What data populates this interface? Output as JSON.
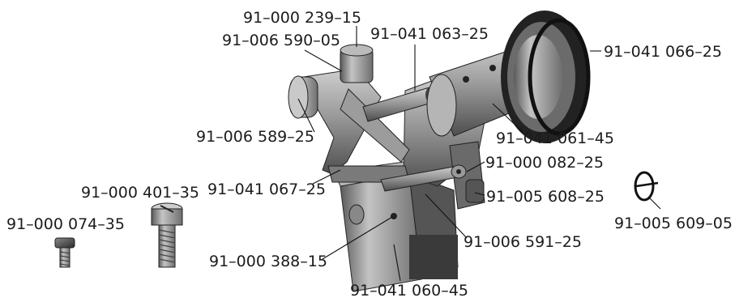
{
  "diagram": {
    "labels": [
      {
        "id": "p239",
        "text": "91–000 239–15"
      },
      {
        "id": "p590",
        "text": "91–006 590–05"
      },
      {
        "id": "p063",
        "text": "91–041 063–25"
      },
      {
        "id": "p066",
        "text": "91–041 066–25"
      },
      {
        "id": "p589",
        "text": "91–006 589–25"
      },
      {
        "id": "p061",
        "text": "91–041 061–45"
      },
      {
        "id": "p082",
        "text": "91–000 082–25"
      },
      {
        "id": "p067",
        "text": "91–041 067–25"
      },
      {
        "id": "p401",
        "text": "91–000 401–35"
      },
      {
        "id": "p608",
        "text": "91–005 608–25"
      },
      {
        "id": "p609",
        "text": "91–005 609–05"
      },
      {
        "id": "p074",
        "text": "91–000 074–35"
      },
      {
        "id": "p591",
        "text": "91–006 591–25"
      },
      {
        "id": "p388",
        "text": "91–000 388–15"
      },
      {
        "id": "p060",
        "text": "91–041 060–45"
      }
    ]
  }
}
